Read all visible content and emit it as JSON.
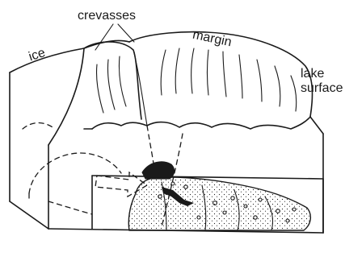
{
  "labels": {
    "crevasses": "crevasses",
    "ice": "ice",
    "margin": "margin",
    "lake": "lake",
    "surface": "surface"
  },
  "colors": {
    "ink": "#1a1a1a",
    "paper": "#ffffff"
  }
}
